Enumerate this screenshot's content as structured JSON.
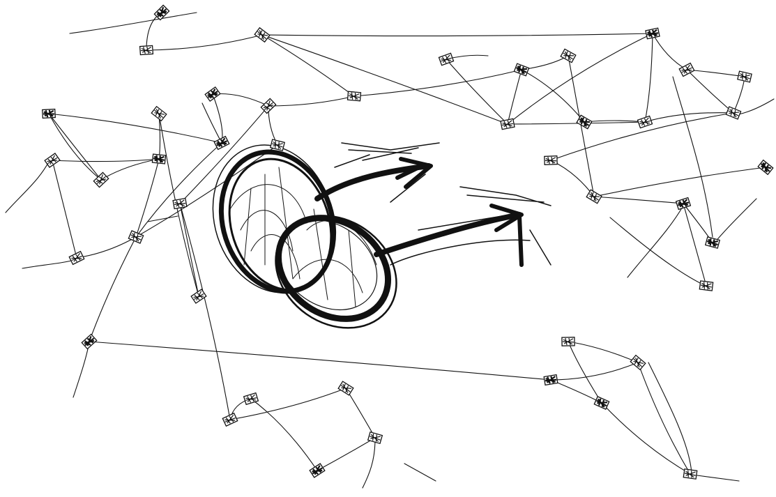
{
  "drawing": {
    "subject": "network-sketch",
    "style": "scribble",
    "background_color": "#ffffff",
    "ink_color": "#111111",
    "stroke_style": "hand-drawn"
  },
  "central_motif": {
    "elements": [
      "double-ellipse-coil",
      "upper-arrow",
      "lower-arrow"
    ]
  },
  "nodes": {
    "count": 44
  }
}
